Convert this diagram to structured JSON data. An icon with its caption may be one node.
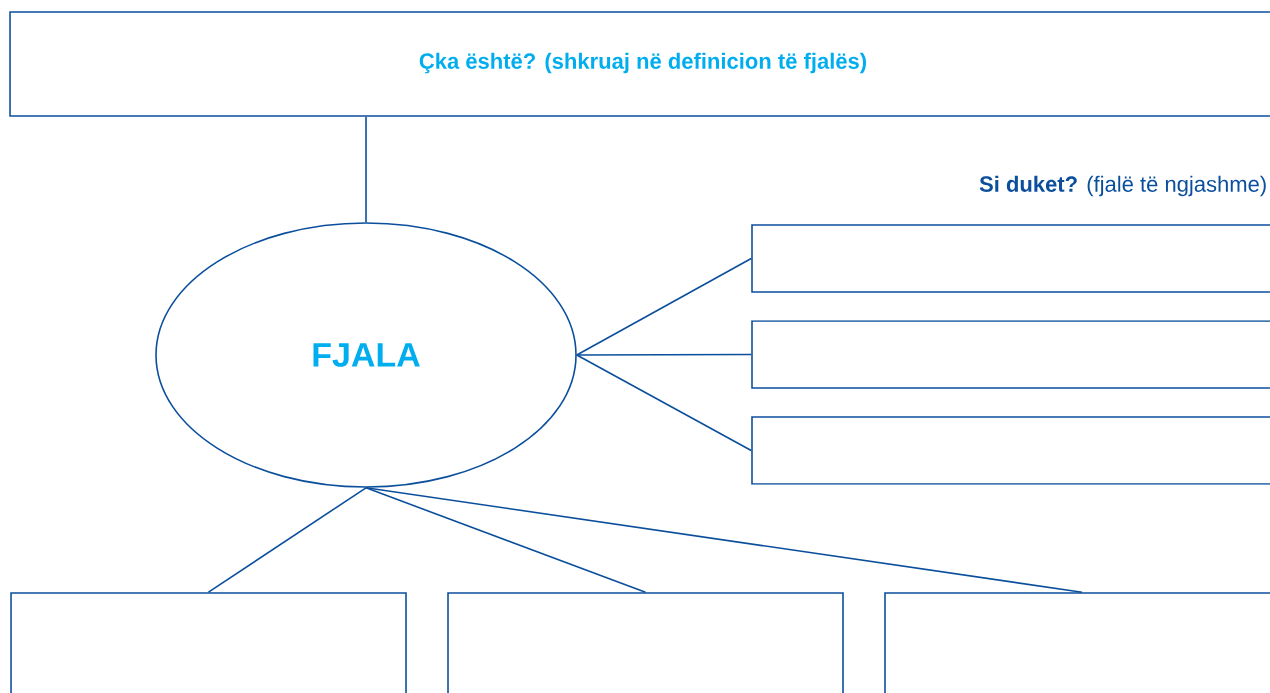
{
  "diagram": {
    "nodes": [
      {
        "text": [
          "Çka është? (shkruaj në definicion të fjalës)"
        ]
      },
      {
        "text": [
          "FJALA"
        ]
      },
      {
        "text": [],
        "shape": "box"
      },
      {
        "text": [],
        "shape": "box"
      },
      {
        "text": [],
        "shape": "box"
      },
      {
        "text": [],
        "shape": "box"
      },
      {
        "text": [],
        "shape": "box"
      },
      {
        "text": [],
        "shape": "box"
      }
    ],
    "edges": [
      {
        "from": 0,
        "to": 1,
        "arrow": "none"
      },
      {
        "from": 1,
        "to": 2,
        "arrow": "none"
      },
      {
        "from": 1,
        "to": 3,
        "arrow": "none"
      },
      {
        "from": 1,
        "to": 4,
        "arrow": "none"
      },
      {
        "from": 1,
        "to": 5,
        "arrow": "none"
      },
      {
        "from": 1,
        "to": 6,
        "arrow": "none"
      },
      {
        "from": 1,
        "to": 7,
        "arrow": "none"
      }
    ],
    "labels": [
      "**Si duket?** (fjalë të ngjashme)"
    ]
  }
}
